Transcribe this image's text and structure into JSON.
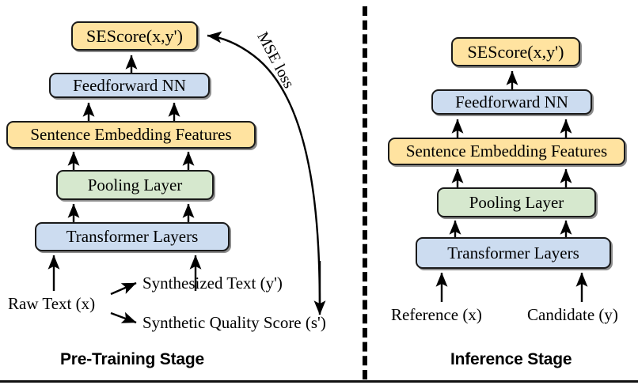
{
  "figure": {
    "title": "SEScore pre-training and inference pipeline",
    "colors": {
      "yellow": "#ffe3a0",
      "blue": "#ccdcf0",
      "green": "#d6e8ce",
      "stroke": "#1a1a1a",
      "background": "#ffffff"
    }
  },
  "left_panel": {
    "caption": "Pre-Training Stage",
    "nodes": {
      "sescore": "SEScore(x,y')",
      "feedforward": "Feedforward NN",
      "sentence_embedding": "Sentence Embedding Features",
      "pooling": "Pooling Layer",
      "transformer": "Transformer Layers"
    },
    "inputs": {
      "raw_text": "Raw Text (x)",
      "synthesized_text": "Synthesized Text (y')",
      "synthetic_quality_score": "Synthetic Quality Score (s')"
    },
    "edges": {
      "mse_loss": "MSE loss"
    }
  },
  "right_panel": {
    "caption": "Inference Stage",
    "nodes": {
      "sescore": "SEScore(x,y')",
      "feedforward": "Feedforward NN",
      "sentence_embedding": "Sentence Embedding Features",
      "pooling": "Pooling Layer",
      "transformer": "Transformer Layers"
    },
    "inputs": {
      "reference": "Reference (x)",
      "candidate": "Candidate (y)"
    }
  }
}
